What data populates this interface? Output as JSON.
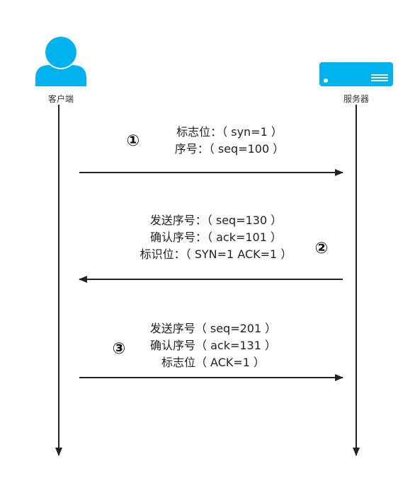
{
  "actors": {
    "client": {
      "label": "客户端",
      "icon": "user-icon",
      "color": "#00b2ee"
    },
    "server": {
      "label": "服务器",
      "icon": "server-icon",
      "color": "#00b2ee"
    }
  },
  "messages": [
    {
      "step": "①",
      "direction": "client-to-server",
      "lines": [
        "标志位：（ syn=1 ）",
        "序号：（ seq=100 ）"
      ]
    },
    {
      "step": "②",
      "direction": "server-to-client",
      "lines": [
        "发送序号：（ seq=130 ）",
        "确认序号：（ ack=101 ）",
        "标识位：（ SYN=1 ACK=1 ）"
      ]
    },
    {
      "step": "③",
      "direction": "client-to-server",
      "lines": [
        "发送序号（ seq=201 ）",
        "确认序号（ ack=131 ）",
        "标志位（ ACK=1 ）"
      ]
    }
  ]
}
